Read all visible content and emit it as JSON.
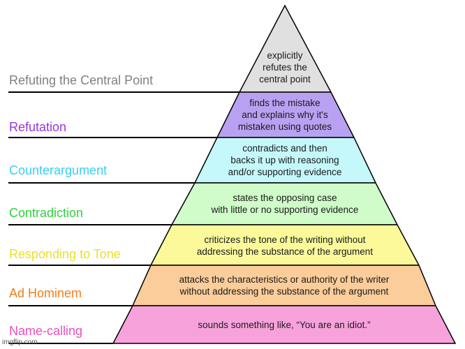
{
  "levels": [
    {
      "label": "Refuting the Central Point",
      "description": "explicitly\nrefutes the\ncentral point",
      "fill": "#e0e0e0",
      "label_color": "#808080"
    },
    {
      "label": "Refutation",
      "description": "finds the mistake\nand explains why it's\nmistaken using quotes",
      "fill": "#b9a1f2",
      "label_color": "#9a35df"
    },
    {
      "label": "Counterargument",
      "description": "contradicts and then\nbacks it up with reasoning\nand/or supporting evidence",
      "fill": "#c5f8fb",
      "label_color": "#36d0f0"
    },
    {
      "label": "Contradiction",
      "description": "states the opposing case\nwith little or no supporting evidence",
      "fill": "#cffcc8",
      "label_color": "#31d13a"
    },
    {
      "label": "Responding to Tone",
      "description": "criticizes the tone of the writing without\naddressing the substance of the argument",
      "fill": "#fbf99a",
      "label_color": "#eae12b"
    },
    {
      "label": "Ad Hominem",
      "description": "attacks the characteristics or authority of the writer\nwithout addressing the substance of the argument",
      "fill": "#fbcd9a",
      "label_color": "#f27d1b"
    },
    {
      "label": "Name-calling",
      "description": "sounds something like, “You are an idiot.”",
      "fill": "#f8a2dc",
      "label_color": "#ec4fbf"
    }
  ],
  "watermark": "imgflip.com"
}
